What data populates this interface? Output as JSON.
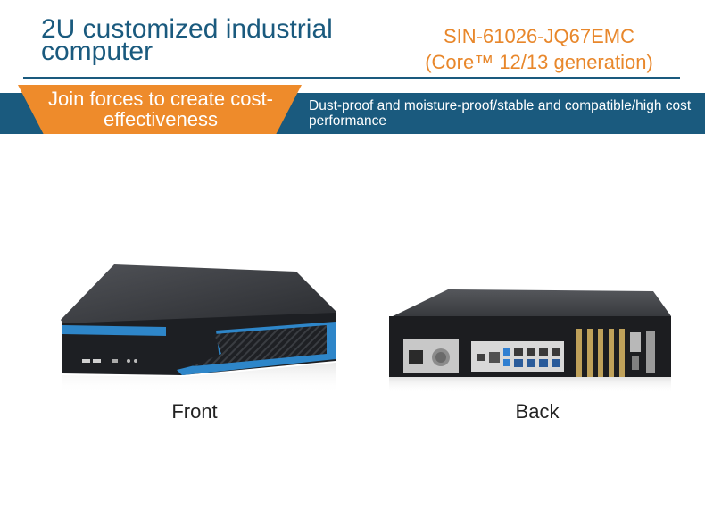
{
  "header": {
    "title": "2U customized industrial computer",
    "model": "SIN-61026-JQ67EMC",
    "cpu": "(Core™ 12/13 generation)"
  },
  "banner": {
    "slogan": "Join forces to create cost-effectiveness",
    "features": "Dust-proof and moisture-proof/stable and compatible/high cost performance"
  },
  "products": {
    "front_label": "Front",
    "back_label": "Back"
  },
  "colors": {
    "brand_blue": "#1a5a7e",
    "accent_orange": "#ee8b2b",
    "chassis_accent": "#2e86c9"
  }
}
